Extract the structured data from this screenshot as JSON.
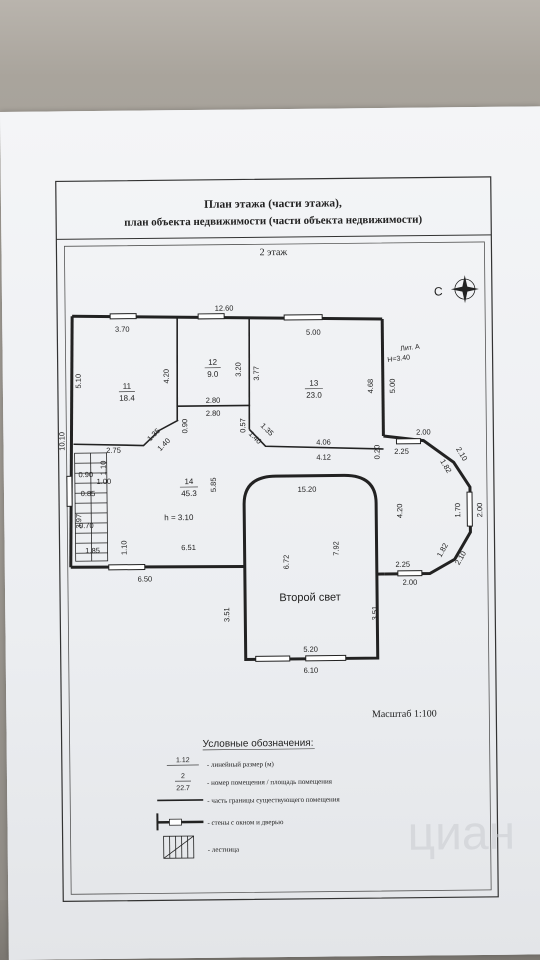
{
  "title_line1": "План этажа (части этажа),",
  "title_line2": "план объекта недвижимости (части объекта недвижимости)",
  "floor_label": "2 этаж",
  "compass_label": "С",
  "scale": "Масштаб 1:100",
  "rooms": [
    {
      "num": "11",
      "area": "18.4"
    },
    {
      "num": "12",
      "area": "9.0"
    },
    {
      "num": "13",
      "area": "23.0"
    },
    {
      "num": "14",
      "area": "45.3"
    }
  ],
  "room_height": "h = 3.10",
  "void_label": "Второй свет",
  "lit_label": "Лит. А",
  "lit_height": "H=3.40",
  "dims": {
    "top_total": "12.60",
    "r11_top": "3.70",
    "r13_top": "5.00",
    "r11_left": "5.10",
    "r11_right": "4.20",
    "r12_right": "3.20",
    "r13_left": "3.77",
    "r13_right": "4.68",
    "outer_right": "5.00",
    "r12_bottom1": "2.80",
    "r12_bottom2": "2.80",
    "d_090": "0.90",
    "d_057": "0.57",
    "d_135a": "1.35",
    "d_140a": "1.40",
    "d_135b": "1.35",
    "d_140b": "1.40",
    "r13_bottom": "4.06",
    "r13_bottom2": "4.12",
    "d_275": "2.75",
    "left_total": "10.10",
    "stair_110a": "1.10",
    "stair_090": "0.90",
    "stair_100": "1.00",
    "stair_085": "0.85",
    "stair_070": "0.70",
    "stair_110b": "1.10",
    "stair_397": "3.97",
    "stair_185": "1.85",
    "hall_585": "5.85",
    "hall_651": "6.51",
    "bottom_650": "6.50",
    "bay_200_top": "2.00",
    "bay_225_top": "2.25",
    "bay_210_top": "2.10",
    "bay_182_top": "1.82",
    "bay_420": "4.20",
    "bay_170": "1.70",
    "bay_200_right": "2.00",
    "bay_182_bottom": "1.82",
    "bay_210_bottom": "2.10",
    "bay_225_bottom": "2.25",
    "bay_200_bottom": "2.00",
    "d_020": "0.20",
    "void_top": "15.20",
    "void_672": "6.72",
    "void_792": "7.92",
    "void_left": "3.51",
    "void_right": "3.51",
    "void_bottom_in": "5.20",
    "void_bottom_out": "6.10"
  },
  "legend": {
    "title": "Условные обозначения:",
    "sample_dim": "1.12",
    "sample_num": "2",
    "sample_area": "22.7",
    "item1": "- линейный размер (м)",
    "item2": "- номер помещения / площадь помещения",
    "item3": "- часть границы существующего помещения",
    "item4": "- стены с окном и дверью",
    "item5": "- лестница"
  },
  "watermark": "циан"
}
